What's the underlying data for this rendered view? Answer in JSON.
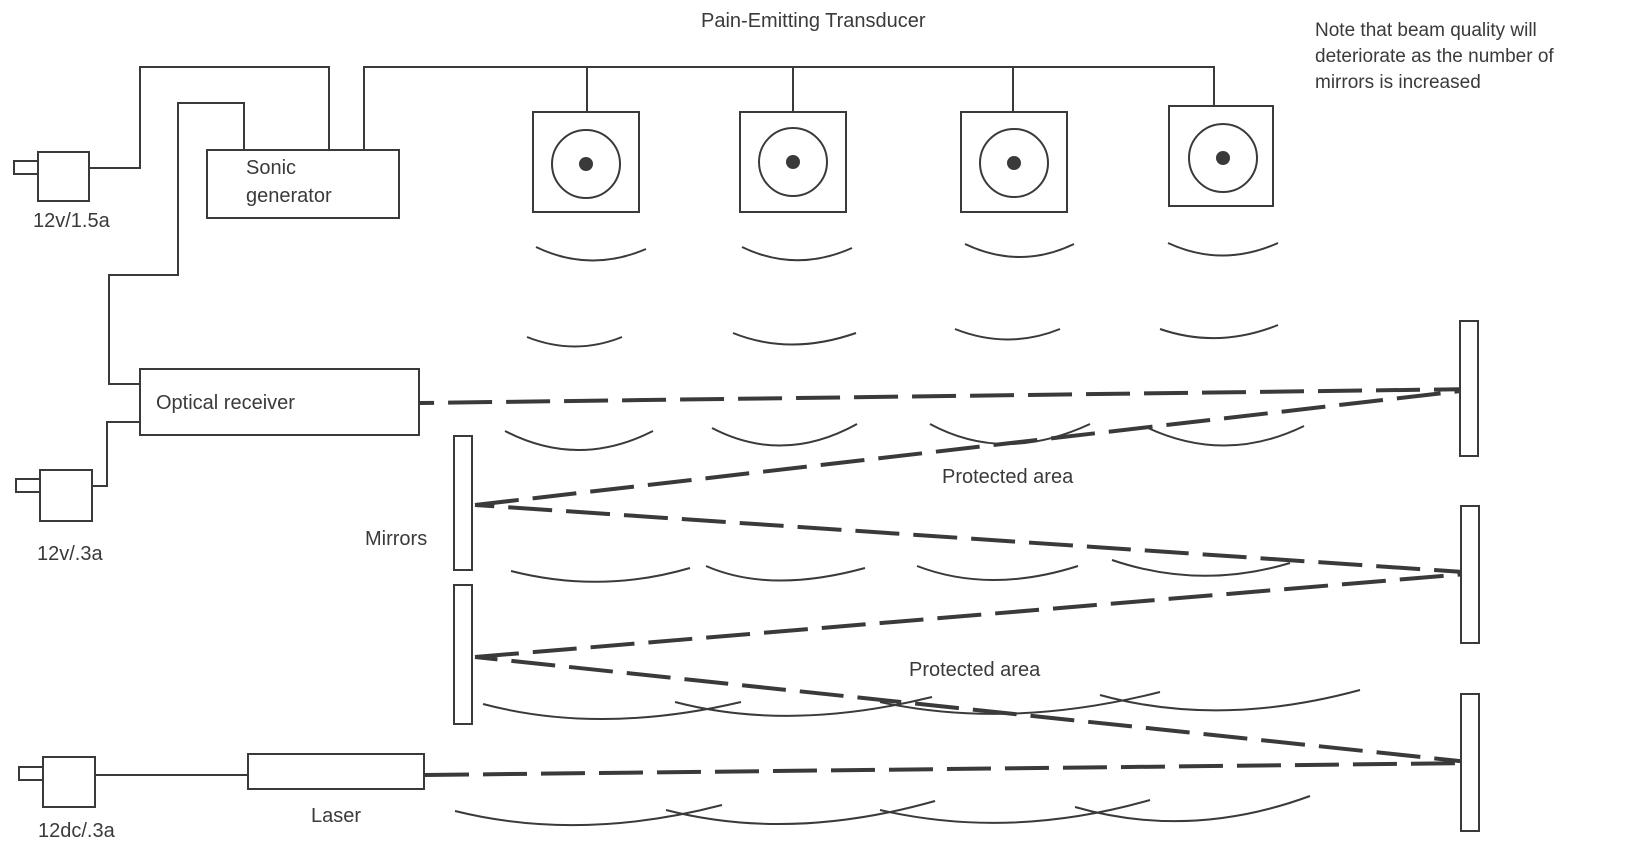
{
  "labels": {
    "transducer_title": "Pain-Emitting Transducer",
    "note": [
      "Note that beam quality will",
      "deteriorate as the number of",
      "mirrors is increased"
    ],
    "sonic_generator": [
      "Sonic",
      "generator"
    ],
    "optical_receiver": "Optical receiver",
    "mirrors": "Mirrors",
    "protected_area_1": "Protected area",
    "protected_area_2": "Protected area",
    "laser": "Laser",
    "power_supply_1": "12v/1.5a",
    "power_supply_2": "12v/.3a",
    "power_supply_3": "12dc/.3a"
  },
  "colors": {
    "ink": "#3a3a3a",
    "background": "#ffffff"
  }
}
